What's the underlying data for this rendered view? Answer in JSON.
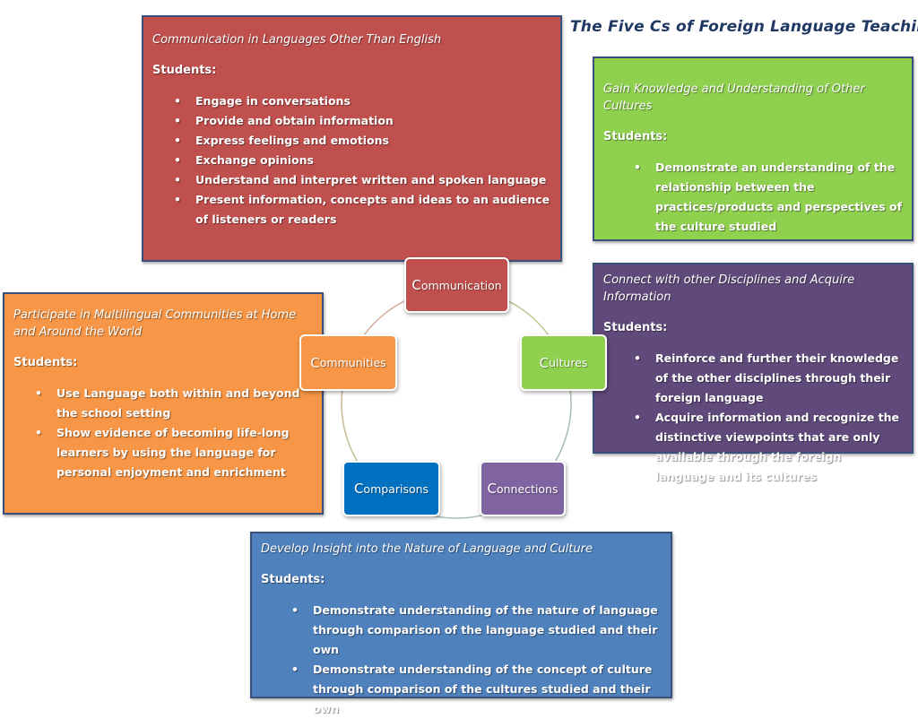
{
  "title": "The Five Cs of Foreign Language Teaching",
  "nodes": {
    "communication": {
      "first": "C",
      "rest": "ommunication"
    },
    "cultures": {
      "first": "C",
      "rest": "ultures"
    },
    "connections": {
      "first": "C",
      "rest": "onnections"
    },
    "comparisons": {
      "first": "C",
      "rest": "omparisons"
    },
    "communities": {
      "first": "C",
      "rest": "ommunities"
    }
  },
  "panels": {
    "communication": {
      "heading": "Communication in Languages Other Than English",
      "students": "Students:",
      "items": [
        "Engage in conversations",
        "Provide and obtain information",
        "Express feelings and emotions",
        "Exchange opinions",
        "Understand and interpret written and spoken language",
        "Present information, concepts and ideas to an audience of listeners or readers"
      ]
    },
    "cultures": {
      "heading": "Gain Knowledge and Understanding of Other Cultures",
      "students": "Students:",
      "items": [
        "Demonstrate an understanding of the relationship between the practices/products and perspectives of the culture studied"
      ]
    },
    "connections": {
      "heading": "Connect with other Disciplines and Acquire Information",
      "students": "Students:",
      "items": [
        "Reinforce and further their knowledge of the other disciplines through their foreign language",
        "Acquire information and recognize the distinctive viewpoints that are only available through the foreign language and its cultures"
      ]
    },
    "communities": {
      "heading": "Participate in Multilingual Communities at Home and Around the World",
      "students": "Students:",
      "items": [
        "Use Language both within and beyond the school setting",
        "Show evidence of becoming life-long learners by using the language for personal enjoyment and enrichment"
      ]
    },
    "comparisons": {
      "heading": "Develop Insight into the Nature of Language and Culture",
      "students": "Students:",
      "items": [
        "Demonstrate understanding of the nature of language through comparison of the language studied and their own",
        "Demonstrate understanding of the concept of culture through comparison of the cultures studied and their own"
      ]
    }
  },
  "colors": {
    "communication": "#c0504d",
    "cultures": "#8fd14f",
    "connections": "#8064a2",
    "comparisons": "#0070c0",
    "communities": "#f79646",
    "title": "#1f3864"
  }
}
